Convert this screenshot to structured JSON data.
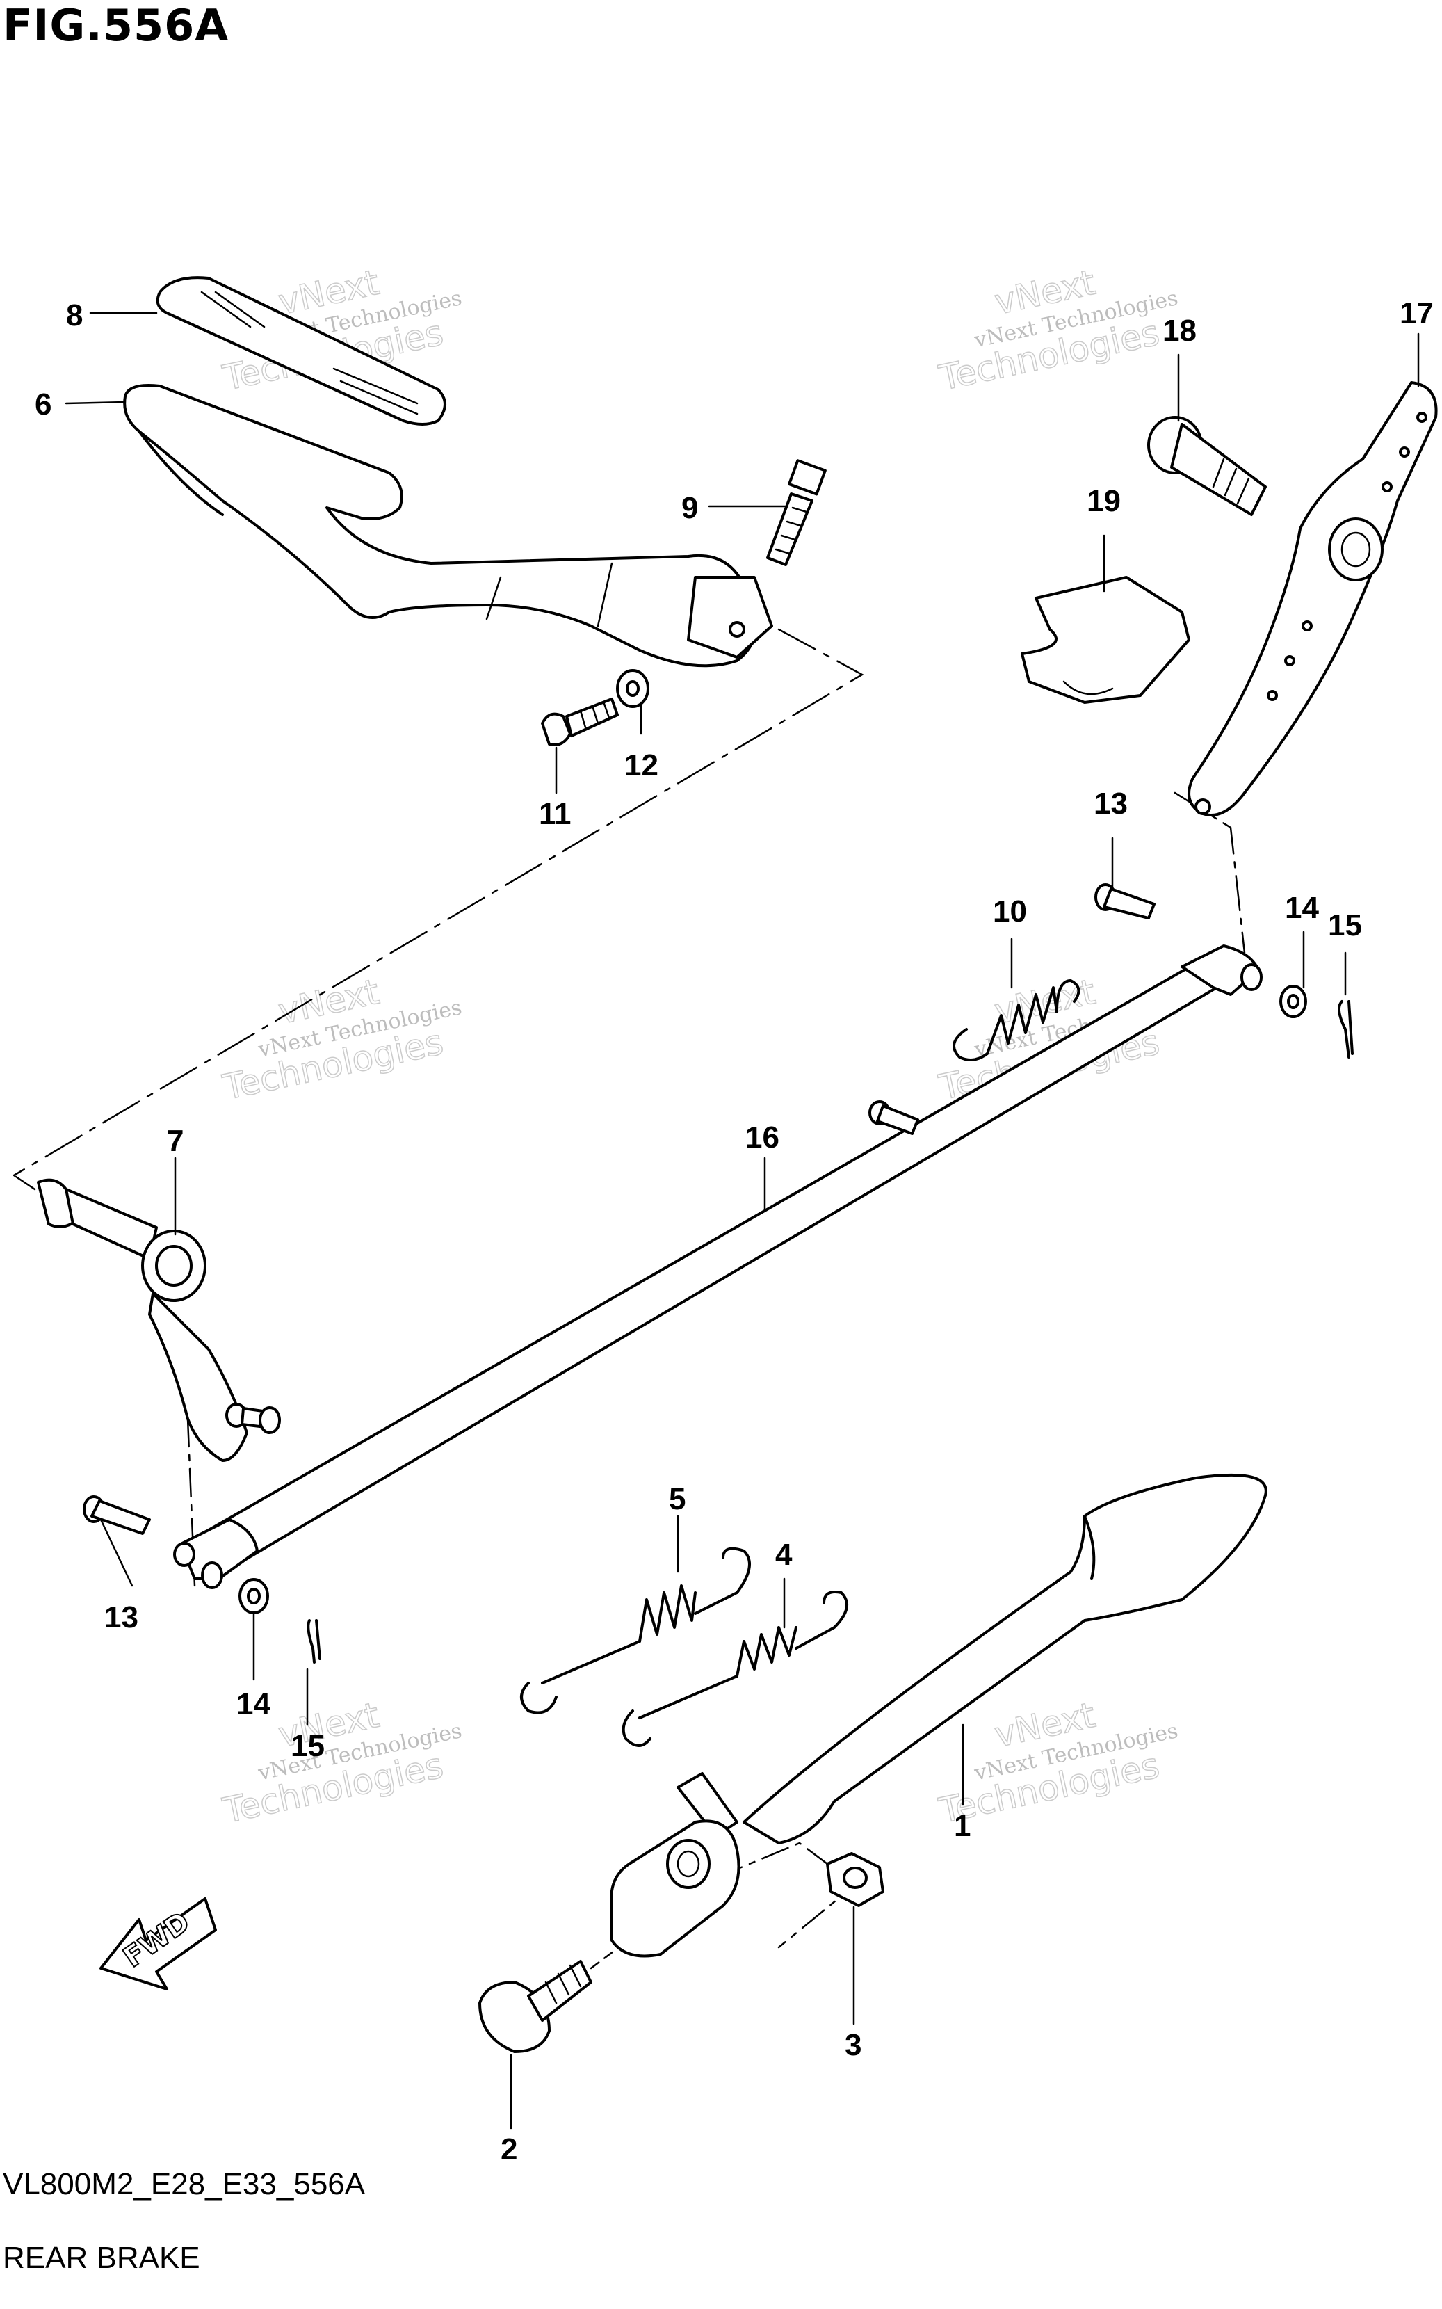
{
  "figure": {
    "title": "FIG.556A",
    "code": "VL800M2_E28_E33_556A",
    "name": "REAR BRAKE"
  },
  "callouts": [
    {
      "id": "1",
      "label": "1"
    },
    {
      "id": "2",
      "label": "2"
    },
    {
      "id": "3",
      "label": "3"
    },
    {
      "id": "4",
      "label": "4"
    },
    {
      "id": "5",
      "label": "5"
    },
    {
      "id": "6",
      "label": "6"
    },
    {
      "id": "7",
      "label": "7"
    },
    {
      "id": "8",
      "label": "8"
    },
    {
      "id": "9",
      "label": "9"
    },
    {
      "id": "10",
      "label": "10"
    },
    {
      "id": "11",
      "label": "11"
    },
    {
      "id": "12",
      "label": "12"
    },
    {
      "id": "13a",
      "label": "13"
    },
    {
      "id": "13b",
      "label": "13"
    },
    {
      "id": "14a",
      "label": "14"
    },
    {
      "id": "14b",
      "label": "14"
    },
    {
      "id": "15a",
      "label": "15"
    },
    {
      "id": "15b",
      "label": "15"
    },
    {
      "id": "16",
      "label": "16"
    },
    {
      "id": "17",
      "label": "17"
    },
    {
      "id": "18",
      "label": "18"
    },
    {
      "id": "19",
      "label": "19"
    }
  ],
  "fwd_label": "FWD",
  "watermark": {
    "line1": "vNext Technologies",
    "line2": "vNext",
    "line3": "Technologies"
  }
}
